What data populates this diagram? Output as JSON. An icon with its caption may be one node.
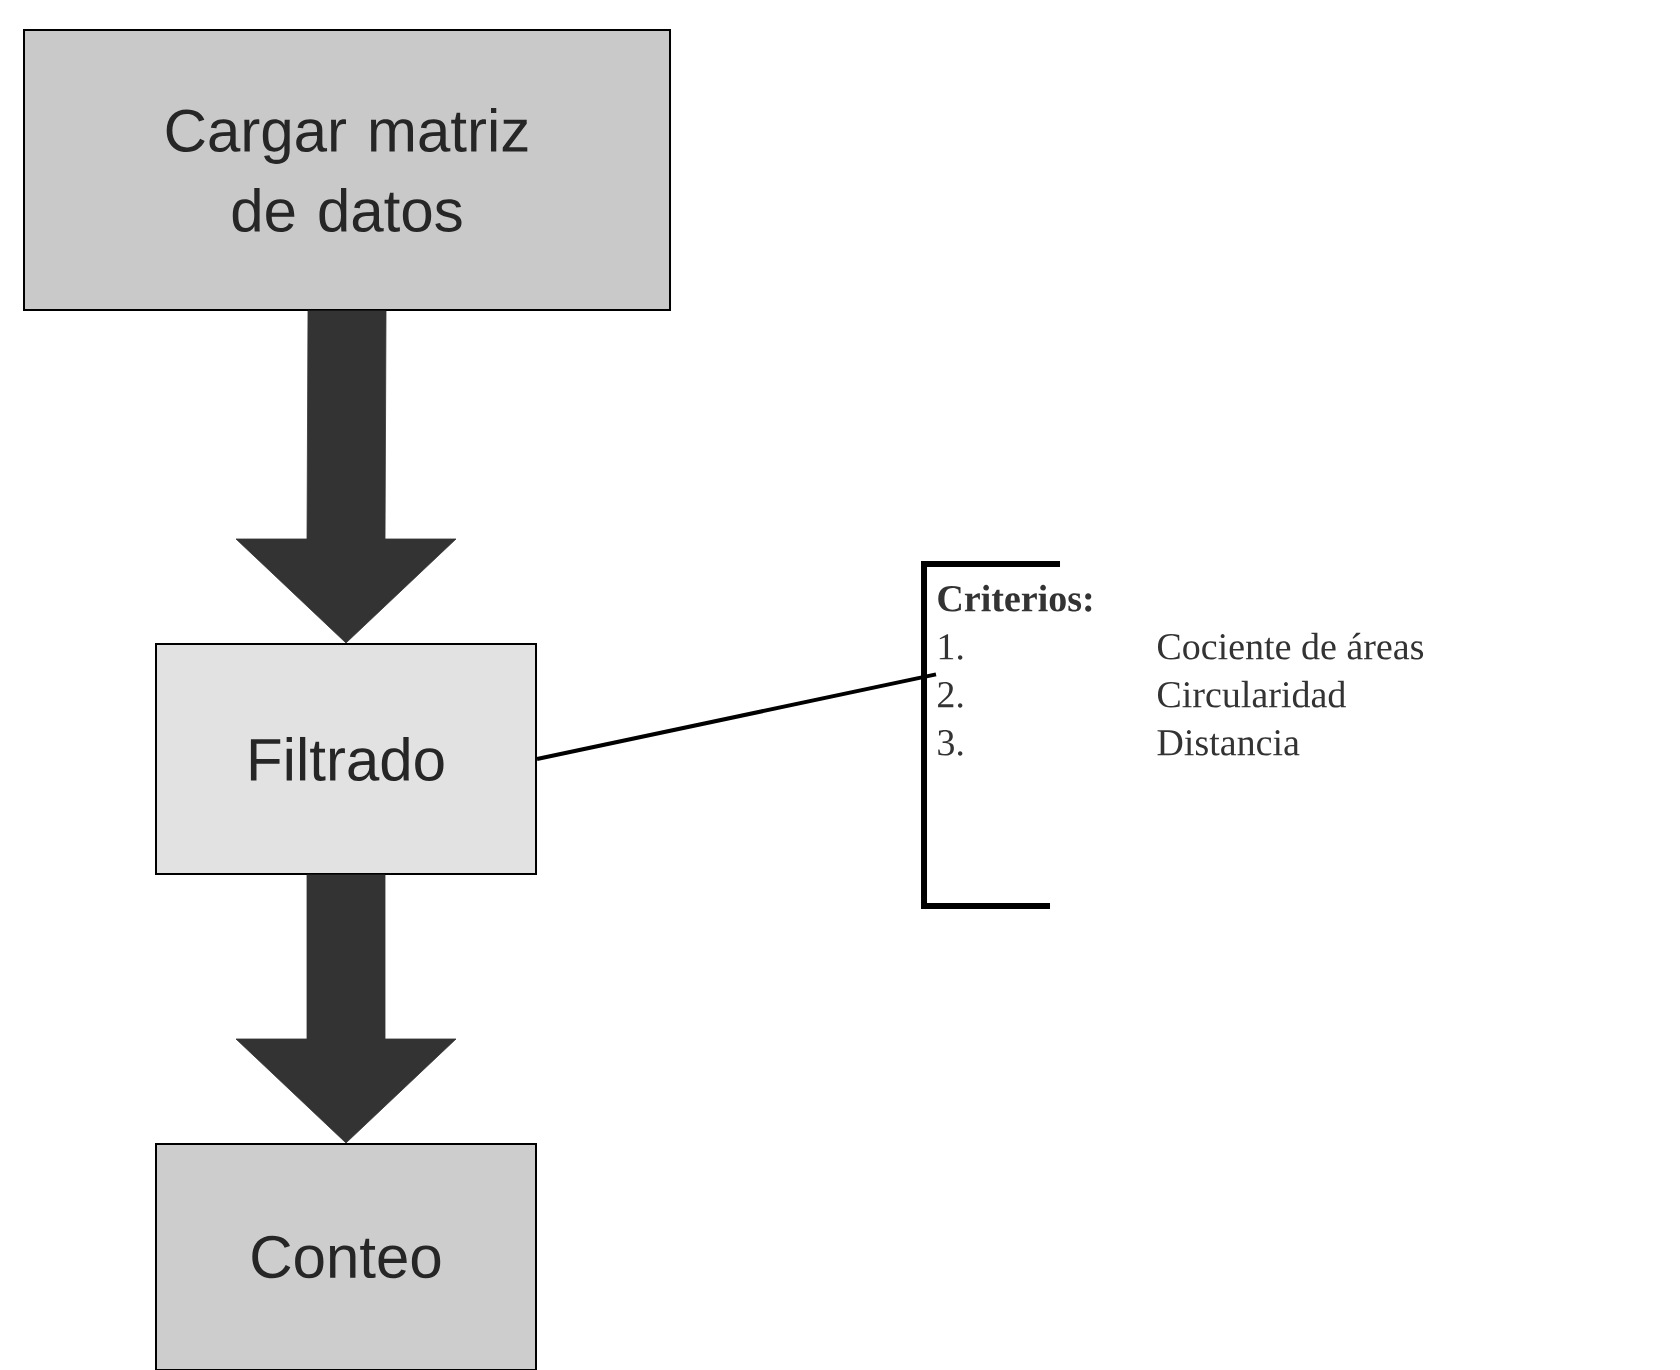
{
  "diagram": {
    "nodes": [
      {
        "text": [
          "Cargar matriz de datos"
        ]
      },
      {
        "text": [
          "Filtrado"
        ]
      },
      {
        "text": [
          "Conteo"
        ]
      },
      {
        "text": [
          "Criterios:",
          "1.",
          "Cociente de áreas",
          "2.",
          "Circularidad",
          "3.",
          "Distancia"
        ]
      }
    ],
    "edges": [
      {
        "from": 0,
        "to": 1,
        "arrow": "to",
        "style": "thick"
      },
      {
        "from": 1,
        "to": 2,
        "arrow": "to",
        "style": "thick"
      },
      {
        "from": 1,
        "to": 3,
        "arrow": "none"
      }
    ]
  }
}
